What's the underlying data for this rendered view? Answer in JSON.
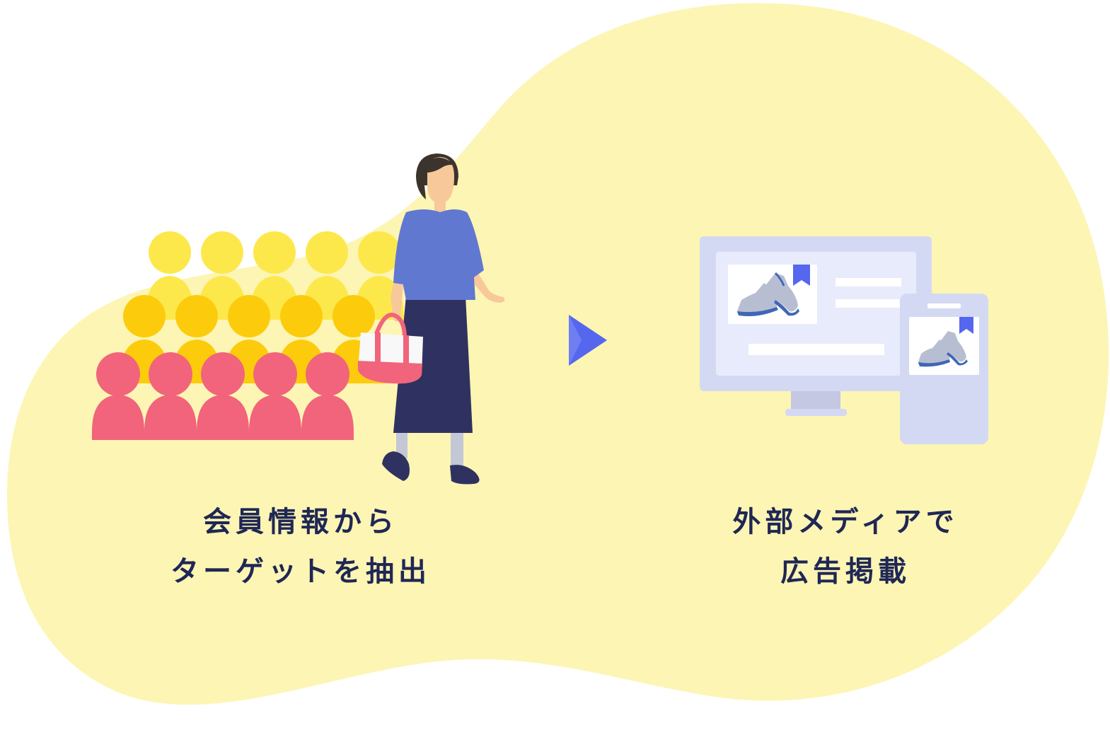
{
  "steps": [
    {
      "lines": [
        "会員情報から",
        "ターゲットを抽出"
      ]
    },
    {
      "lines": [
        "外部メディアで",
        "広告掲載"
      ]
    }
  ],
  "colors": {
    "blob": "#fdf5b4",
    "crowd_back": "#fde84c",
    "crowd_mid": "#fccc0c",
    "crowd_front": "#f1647b",
    "shirt": "#6178d1",
    "skirt": "#2f3260",
    "arrow": "#5567ee",
    "monitor": "#d4d9f3",
    "screen": "#e8ebfb",
    "bookmark": "#5567ee",
    "text": "#1f2755"
  }
}
